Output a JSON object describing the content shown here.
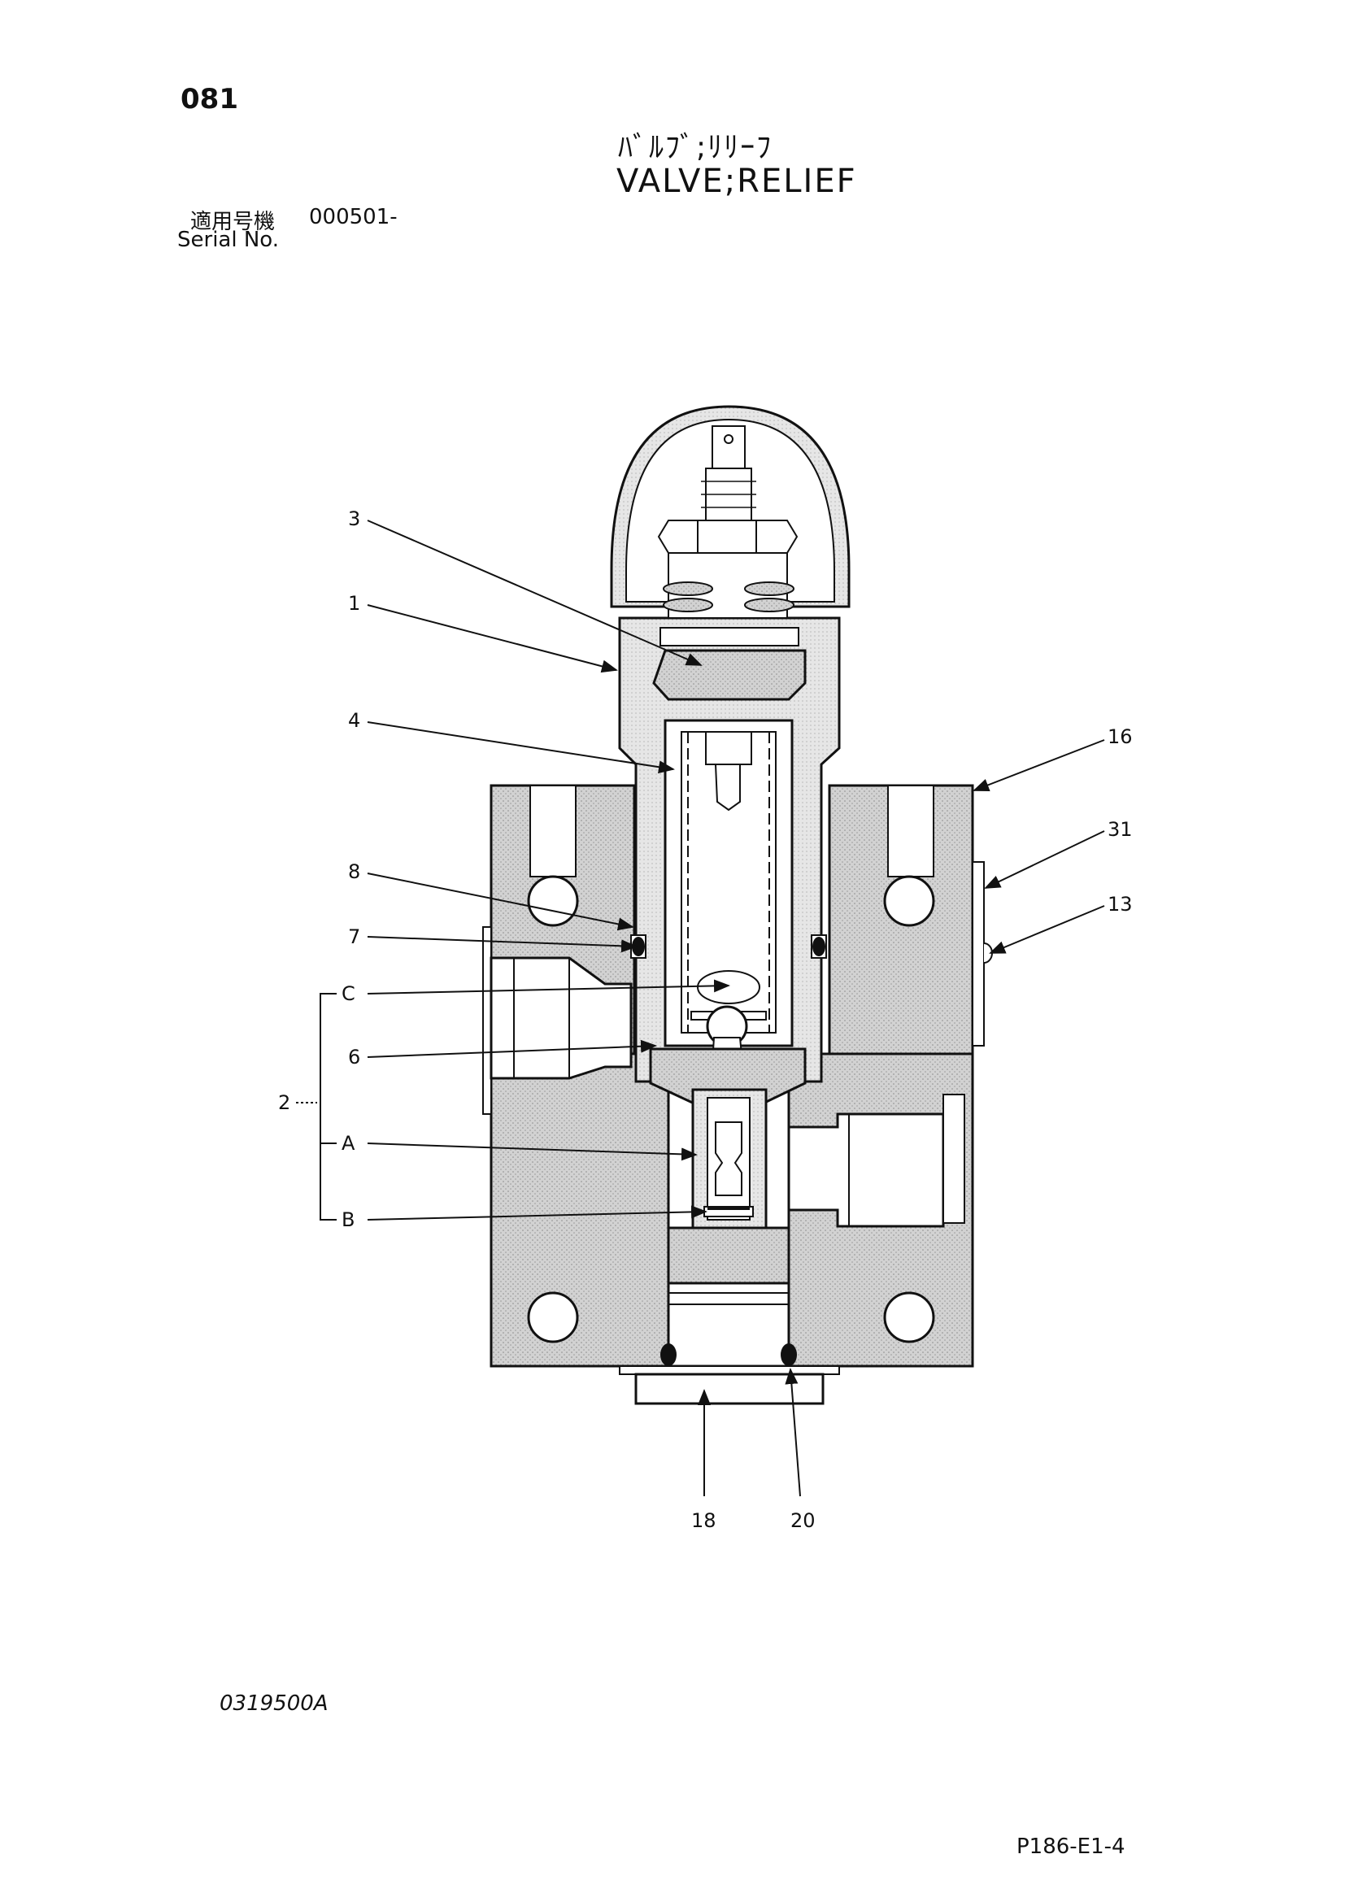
{
  "page_number": "081",
  "title_jp": "ﾊﾞﾙﾌﾞ;ﾘﾘｰﾌ",
  "title_en": "VALVE;RELIEF",
  "serial": {
    "label_jp": "適用号機",
    "value": "000501-",
    "label_en": "Serial No."
  },
  "callouts": {
    "c3": "3",
    "c1": "1",
    "c4": "4",
    "c16": "16",
    "c31": "31",
    "c13": "13",
    "c8": "8",
    "c7": "7",
    "cC": "C",
    "c6": "6",
    "c2": "2",
    "cA": "A",
    "cB": "B",
    "c18": "18",
    "c20": "20"
  },
  "drawing_number": "0319500A",
  "page_ref": "P186-E1-4"
}
